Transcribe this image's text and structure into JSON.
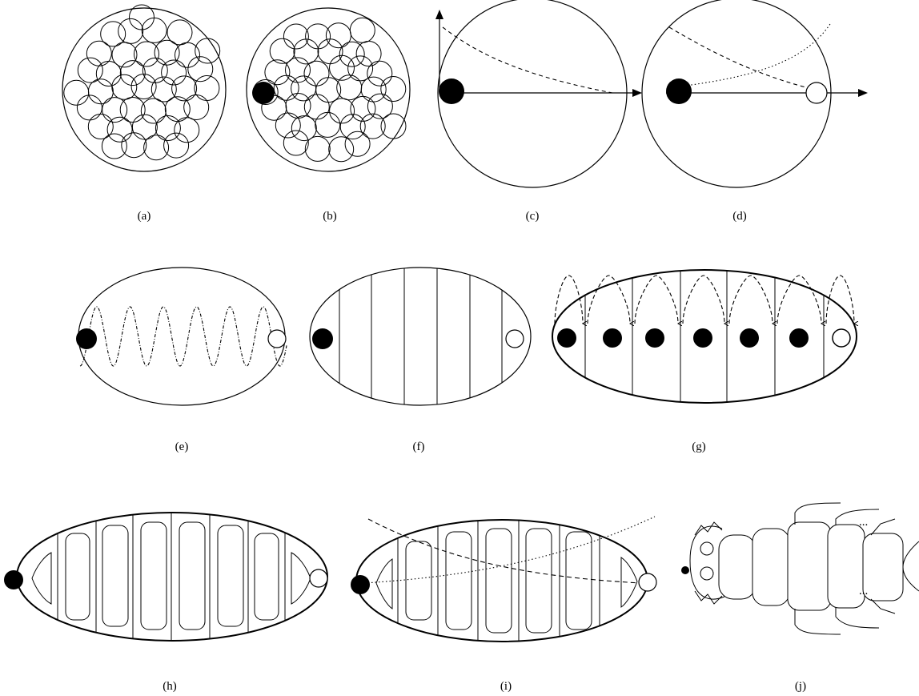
{
  "panels": [
    {
      "id": "a",
      "label": "(a)"
    },
    {
      "id": "b",
      "label": "(b)"
    },
    {
      "id": "c",
      "label": "(c)"
    },
    {
      "id": "d",
      "label": "(d)"
    },
    {
      "id": "e",
      "label": "(e)"
    },
    {
      "id": "f",
      "label": "(f)"
    },
    {
      "id": "g",
      "label": "(g)"
    },
    {
      "id": "h",
      "label": "(h)"
    },
    {
      "id": "i",
      "label": "(i)"
    },
    {
      "id": "j",
      "label": "(j)"
    }
  ],
  "annotations": {
    "ellipsis_top": "...",
    "ellipsis_bottom": "..."
  },
  "colors": {
    "stroke": "#000000",
    "fill_dark": "#000000",
    "background": "#ffffff"
  }
}
